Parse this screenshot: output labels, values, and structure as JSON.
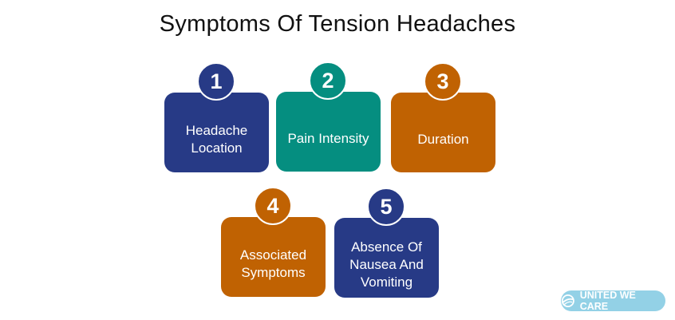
{
  "title": "Symptoms Of Tension Headaches",
  "colors": {
    "navy": "#273a86",
    "teal": "#058e80",
    "orange": "#c06202",
    "logo_bg": "#93d1e6"
  },
  "items": [
    {
      "number": "1",
      "label": "Headache Location",
      "color": "#273a86"
    },
    {
      "number": "2",
      "label": "Pain Intensity",
      "color": "#058e80"
    },
    {
      "number": "3",
      "label": "Duration",
      "color": "#c06202"
    },
    {
      "number": "4",
      "label": "Associated Symptoms",
      "color": "#c06202"
    },
    {
      "number": "5",
      "label": "Absence Of Nausea And Vomiting",
      "color": "#273a86"
    }
  ],
  "logo": {
    "text": "UNITED WE CARE",
    "icon": "globe-swoosh-icon"
  }
}
